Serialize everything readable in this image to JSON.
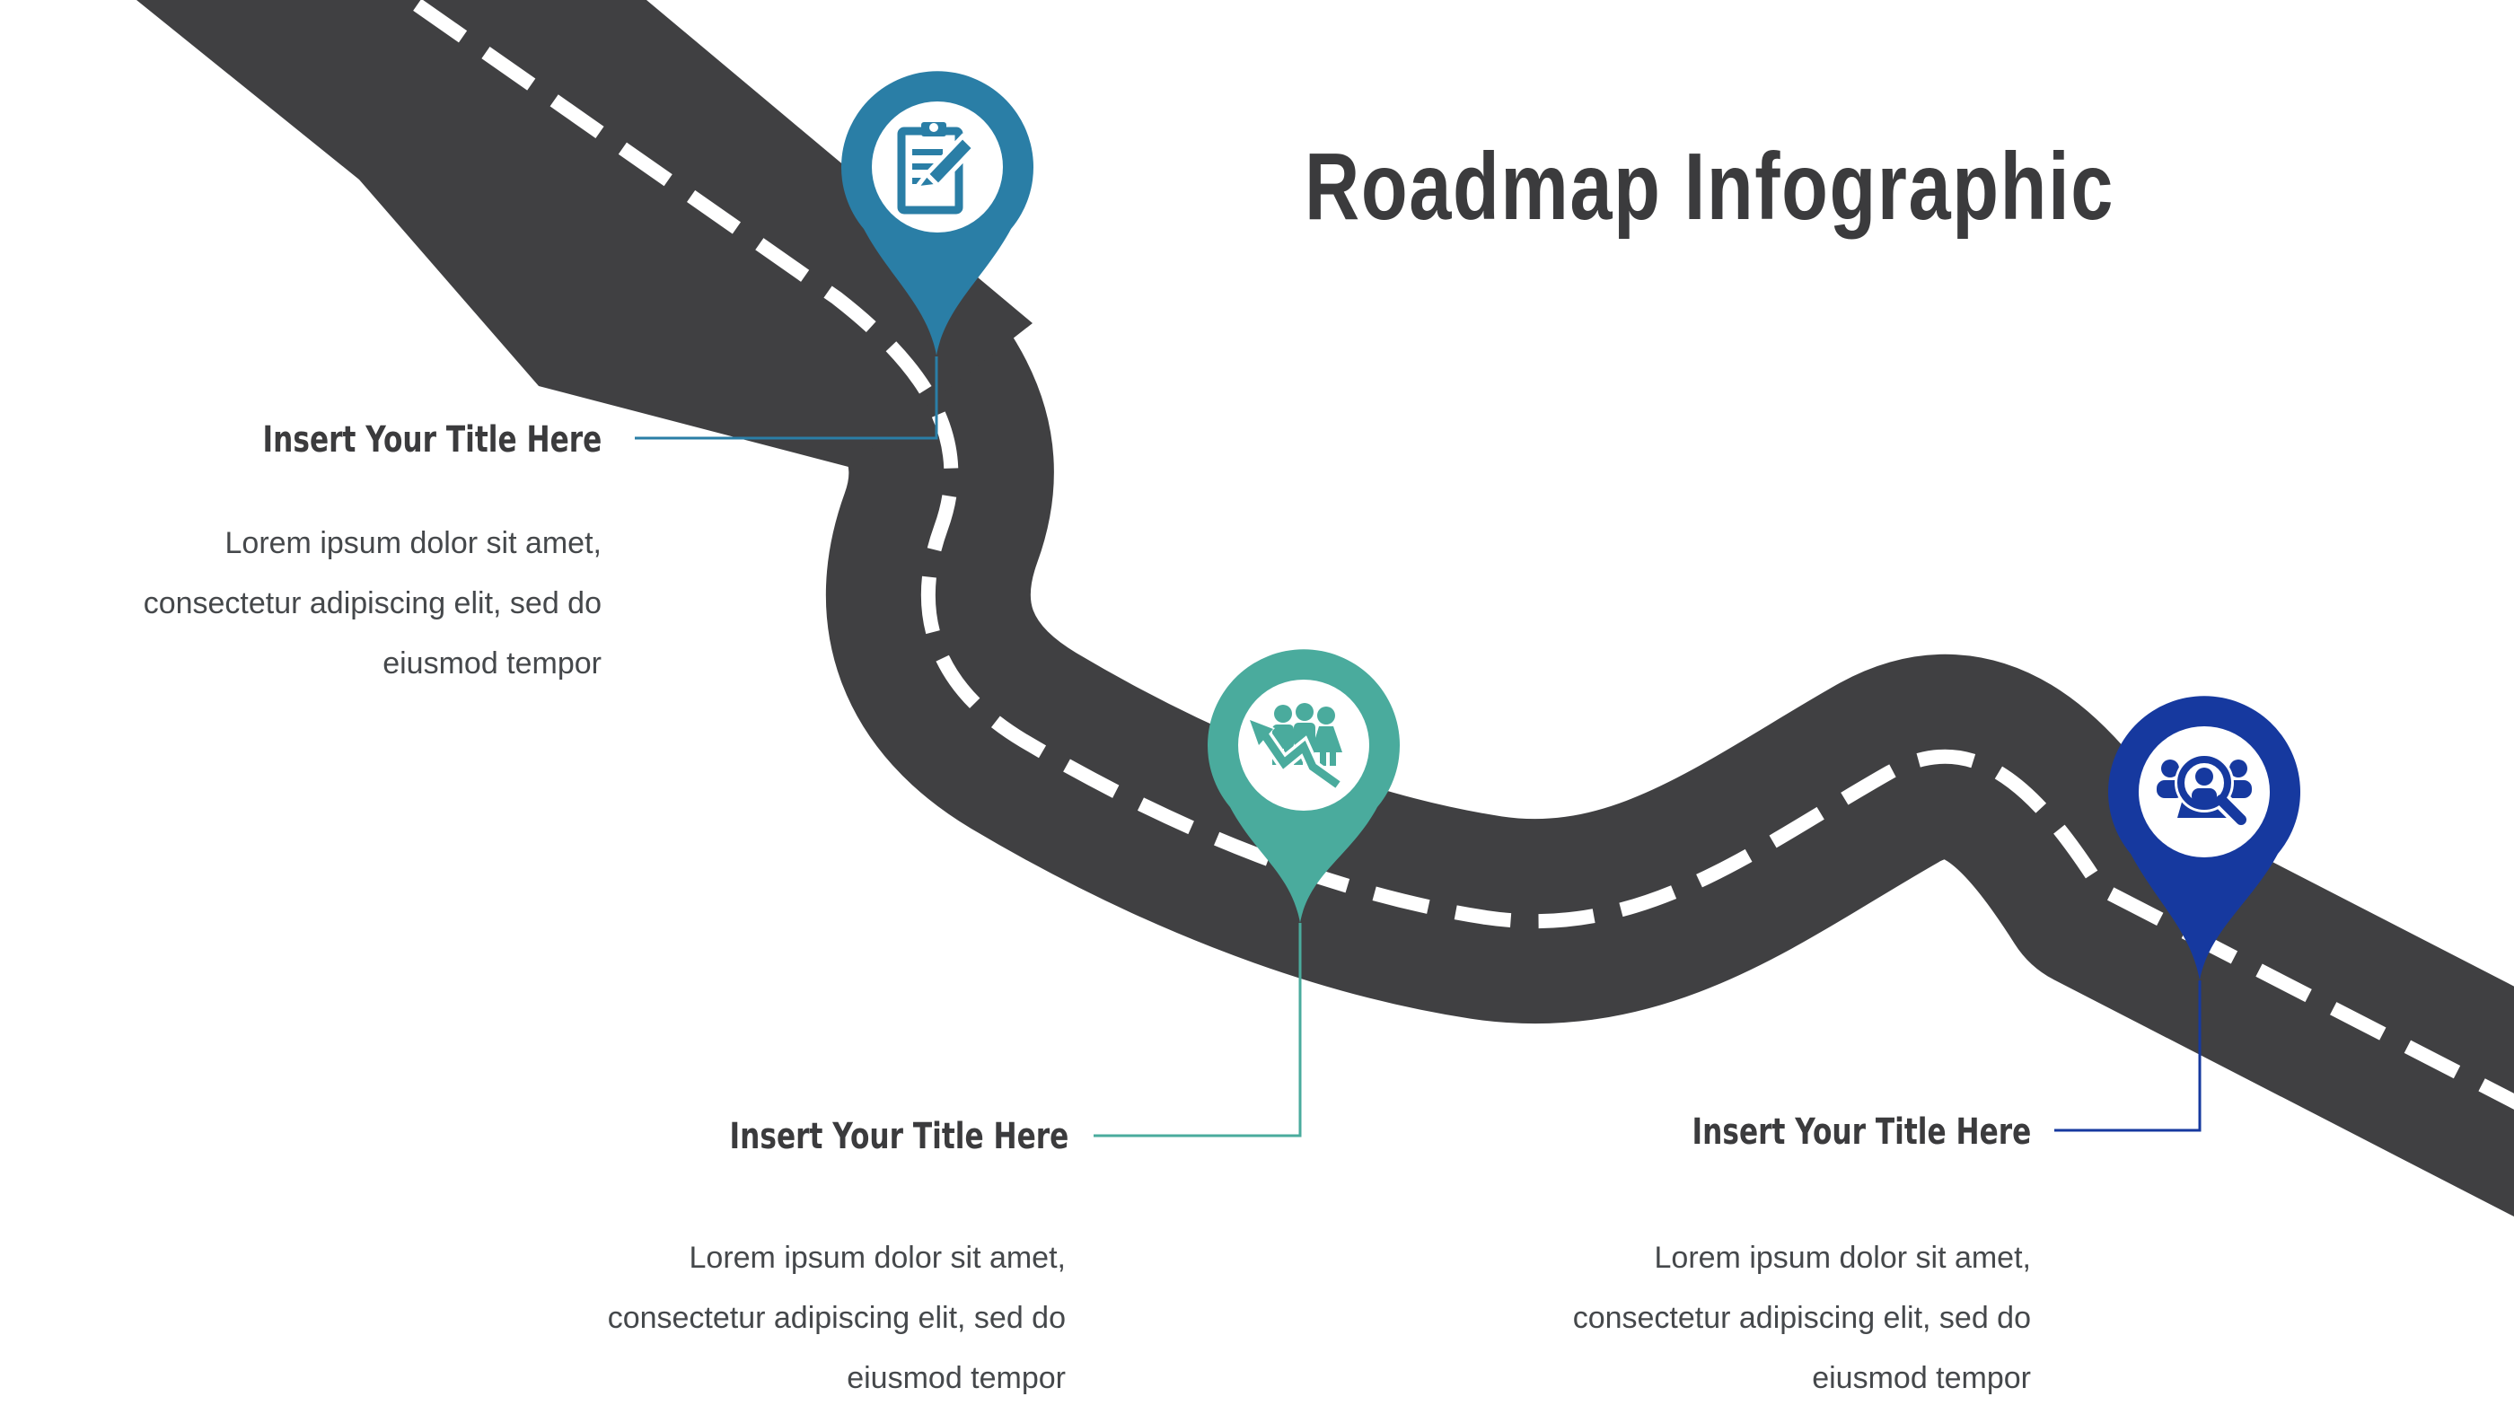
{
  "title": "Roadmap Infographic",
  "road": {
    "color": "#404042",
    "line_color": "#ffffff"
  },
  "blocks": [
    {
      "title": "Insert Your Title Here",
      "body_lines": [
        "Lorem ipsum dolor sit amet,",
        "consectetur adipiscing elit, sed do",
        "eiusmod tempor"
      ],
      "color": "#2a7ea6",
      "icon": "clipboard-pencil"
    },
    {
      "title": "Insert Your Title Here",
      "body_lines": [
        "Lorem ipsum dolor sit amet,",
        "consectetur adipiscing elit, sed do",
        "eiusmod tempor"
      ],
      "color": "#4aab9d",
      "icon": "team-growth-arrow"
    },
    {
      "title": "Insert Your Title Here",
      "body_lines": [
        "Lorem ipsum dolor sit amet,",
        "consectetur adipiscing elit, sed do",
        "eiusmod tempor"
      ],
      "color": "#16399f",
      "icon": "people-search"
    }
  ]
}
